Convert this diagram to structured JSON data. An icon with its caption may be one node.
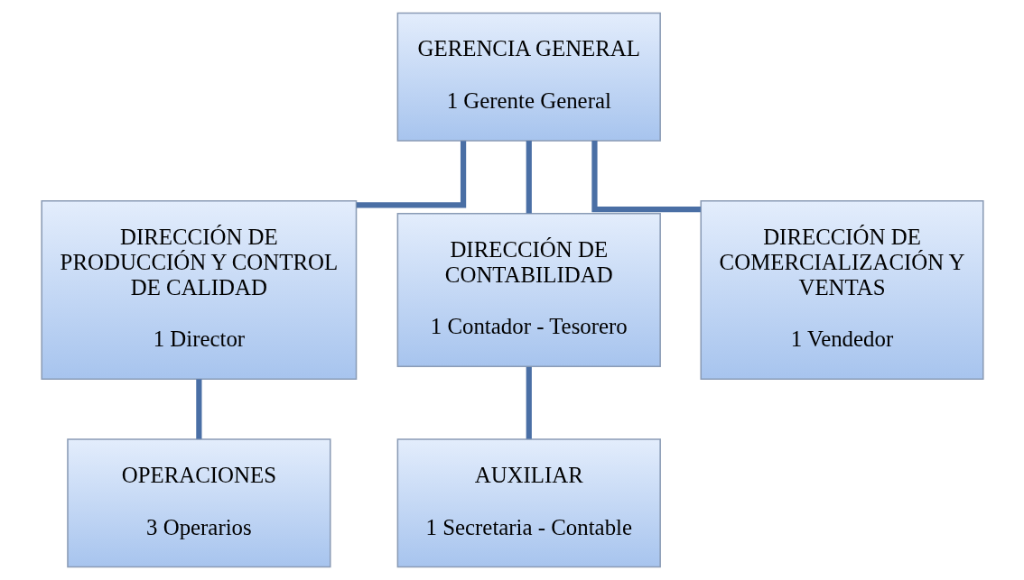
{
  "diagram": {
    "nodes": [
      {
        "text": [
          "GERENCIA GENERAL",
          "1 Gerente General"
        ]
      },
      {
        "text": [
          "DIRECCIÓN DE PRODUCCIÓN Y CONTROL DE CALIDAD",
          "1 Director"
        ]
      },
      {
        "text": [
          "DIRECCIÓN DE CONTABILIDAD",
          "1 Contador - Tesorero"
        ]
      },
      {
        "text": [
          "DIRECCIÓN DE COMERCIALIZACIÓN Y VENTAS",
          "1 Vendedor"
        ]
      },
      {
        "text": [
          "OPERACIONES",
          "3 Operarios"
        ]
      },
      {
        "text": [
          "AUXILIAR",
          "1 Secretaria - Contable"
        ]
      }
    ],
    "edges": [
      {
        "from": 0,
        "to": 1,
        "arrow": "none"
      },
      {
        "from": 0,
        "to": 2,
        "arrow": "none"
      },
      {
        "from": 0,
        "to": 3,
        "arrow": "none"
      },
      {
        "from": 1,
        "to": 4,
        "arrow": "none"
      },
      {
        "from": 2,
        "to": 5,
        "arrow": "none"
      }
    ]
  }
}
